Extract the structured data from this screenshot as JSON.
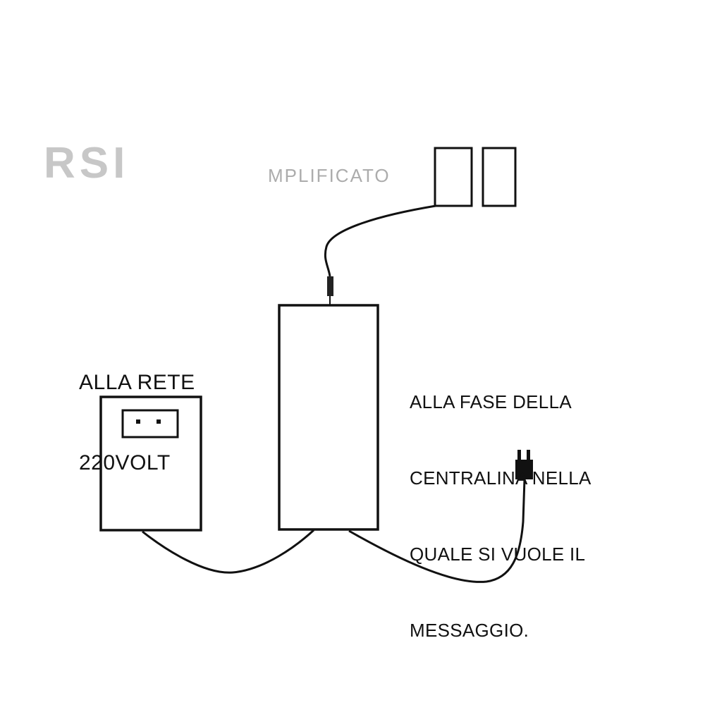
{
  "faded_title": "RSI",
  "faded_subtitle": "MPLIFICATO",
  "mains_label": {
    "lines": [
      "ALLA RETE",
      "220VOLT"
    ]
  },
  "phase_label": {
    "lines": [
      "ALLA FASE DELLA",
      "CENTRALINA NELLA",
      "QUALE SI VUOLE IL",
      "MESSAGGIO."
    ]
  }
}
